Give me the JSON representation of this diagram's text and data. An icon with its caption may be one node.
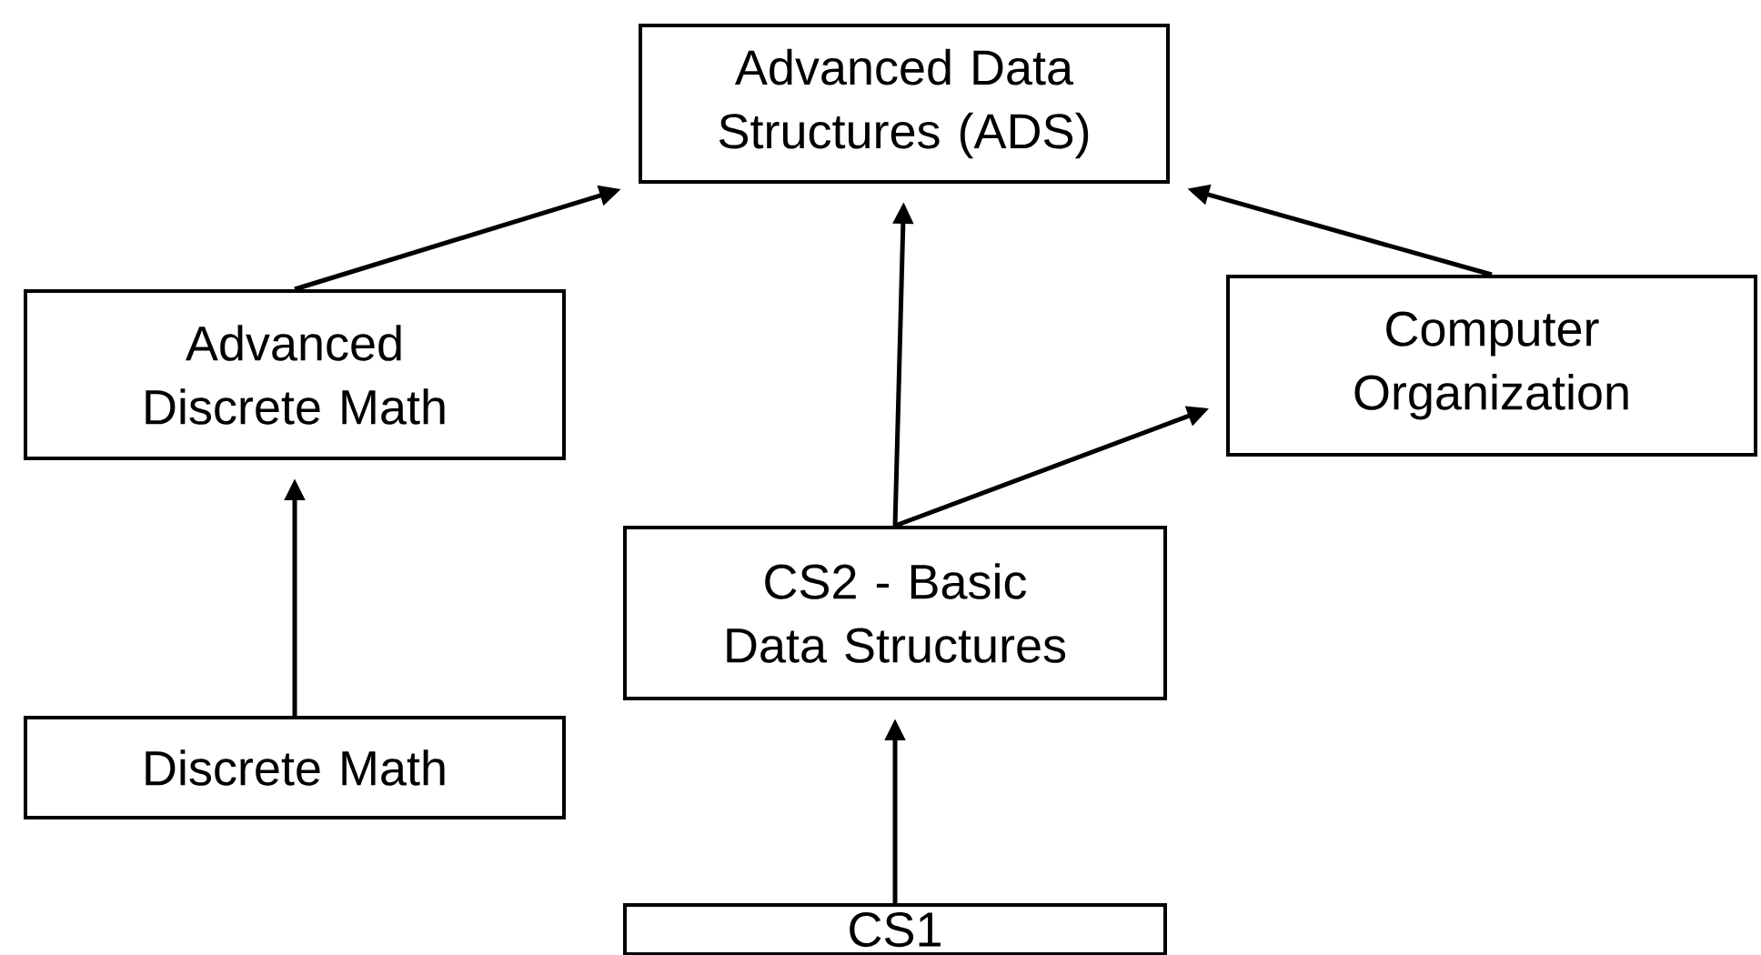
{
  "diagram": {
    "nodes": [
      {
        "text": [
          "Advanced Data Structures (ADS)"
        ]
      },
      {
        "text": [
          "Advanced Discrete Math"
        ]
      },
      {
        "text": [
          "Computer Organization"
        ]
      },
      {
        "text": [
          "CS2 - Basic Data Structures"
        ]
      },
      {
        "text": [
          "Discrete Math"
        ]
      },
      {
        "text": [
          "CS1"
        ]
      }
    ],
    "edges": [
      {
        "from": 1,
        "to": 0,
        "arrow": "to"
      },
      {
        "from": 3,
        "to": 0,
        "arrow": "to"
      },
      {
        "from": 3,
        "to": 2,
        "arrow": "to"
      },
      {
        "from": 2,
        "to": 0,
        "arrow": "to"
      },
      {
        "from": 4,
        "to": 1,
        "arrow": "to"
      },
      {
        "from": 5,
        "to": 3,
        "arrow": "to"
      }
    ]
  }
}
